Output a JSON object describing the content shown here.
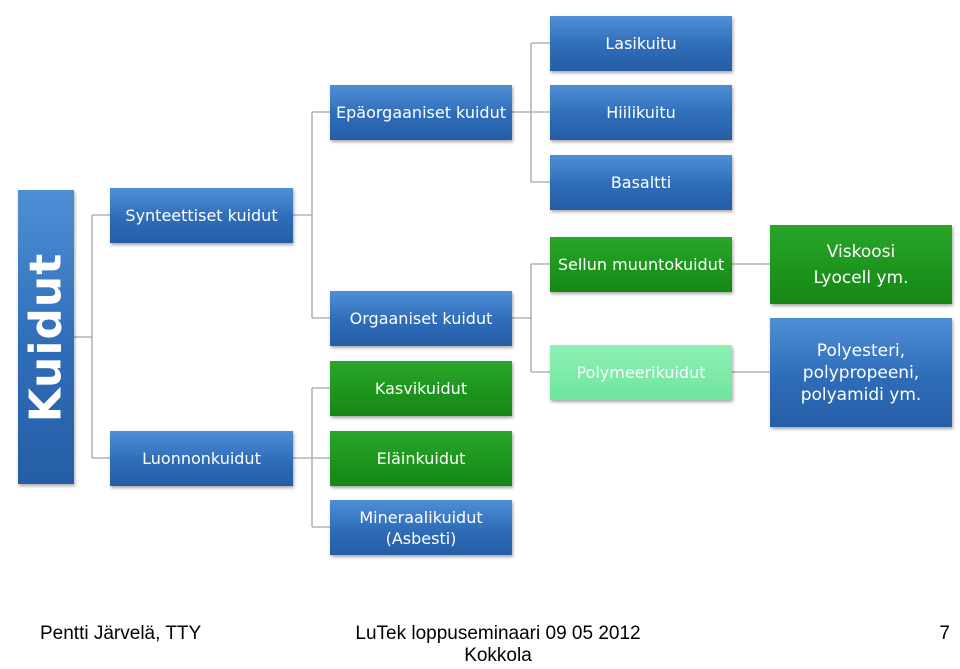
{
  "diagram": {
    "root": "Kuidut",
    "synteettiset": "Synteettiset kuidut",
    "epaorgaaniset": "Epäorgaaniset kuidut",
    "lasikuitu": "Lasikuitu",
    "hiilikuitu": "Hiilikuitu",
    "basaltti": "Basaltti",
    "orgaaniset": "Orgaaniset kuidut",
    "sellun_muunto": "Sellun muuntokuidut",
    "viskoosi": [
      "Viskoosi",
      "Lyocell ym."
    ],
    "polymeeri": "Polymeerikuidut",
    "polyesteri": [
      "Polyesteri,",
      "polypropeeni,",
      "polyamidi ym."
    ],
    "luonnon": "Luonnonkuidut",
    "kasvi": "Kasvikuidut",
    "elain": "Eläinkuidut",
    "mineraali": [
      "Mineraalikuidut",
      "(Asbesti)"
    ]
  },
  "footer": {
    "author": "Pentti Järvelä, TTY",
    "event": "LuTek loppuseminaari 09 05 2012",
    "location": "Kokkola",
    "page": "7"
  },
  "colors": {
    "blue": "#2f6cb8",
    "green": "#1c941c",
    "light_green": "#70e59e",
    "connector": "#9ea6b0"
  }
}
